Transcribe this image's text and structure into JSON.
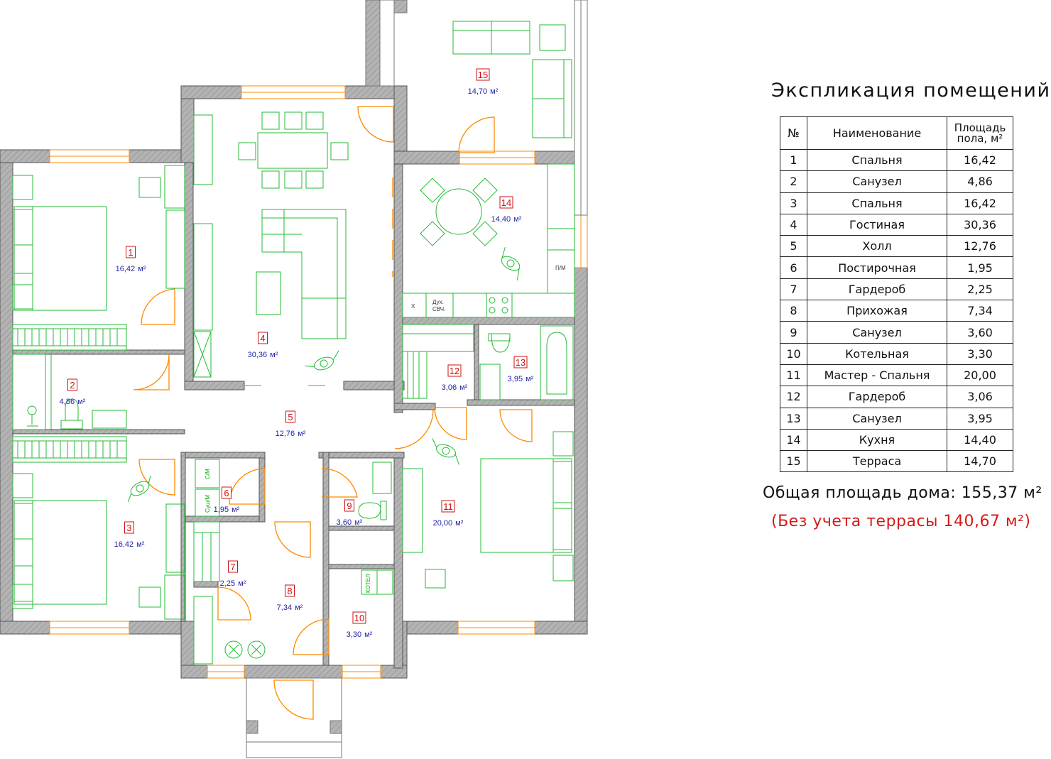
{
  "plan": {
    "unit": "м²",
    "rooms": [
      {
        "num": "1",
        "area": "16,42"
      },
      {
        "num": "2",
        "area": "4,86"
      },
      {
        "num": "3",
        "area": "16,42"
      },
      {
        "num": "4",
        "area": "30,36"
      },
      {
        "num": "5",
        "area": "12,76"
      },
      {
        "num": "6",
        "area": "1,95"
      },
      {
        "num": "7",
        "area": "2,25"
      },
      {
        "num": "8",
        "area": "7,34"
      },
      {
        "num": "9",
        "area": "3,60"
      },
      {
        "num": "10",
        "area": "3,30"
      },
      {
        "num": "11",
        "area": "20,00"
      },
      {
        "num": "12",
        "area": "3,06"
      },
      {
        "num": "13",
        "area": "3,95"
      },
      {
        "num": "14",
        "area": "14,40"
      },
      {
        "num": "15",
        "area": "14,70"
      }
    ],
    "fixture_labels": {
      "oven": "Дух.",
      "microwave": "СВЧ.",
      "fridge": "X",
      "dishwasher": "П/М",
      "washer": "С/М",
      "dryer": "Суш/М",
      "boiler": "КОТЕЛ"
    }
  },
  "legend": {
    "title": "Экспликация помещений",
    "headers": {
      "num": "№",
      "name": "Наименование",
      "area_line1": "Площадь",
      "area_line2": "пола, м²"
    },
    "rows": [
      {
        "num": "1",
        "name": "Спальня",
        "area": "16,42"
      },
      {
        "num": "2",
        "name": "Санузел",
        "area": "4,86"
      },
      {
        "num": "3",
        "name": "Спальня",
        "area": "16,42"
      },
      {
        "num": "4",
        "name": "Гостиная",
        "area": "30,36"
      },
      {
        "num": "5",
        "name": "Холл",
        "area": "12,76"
      },
      {
        "num": "6",
        "name": "Постирочная",
        "area": "1,95"
      },
      {
        "num": "7",
        "name": "Гардероб",
        "area": "2,25"
      },
      {
        "num": "8",
        "name": "Прихожая",
        "area": "7,34"
      },
      {
        "num": "9",
        "name": "Санузел",
        "area": "3,60"
      },
      {
        "num": "10",
        "name": "Котельная",
        "area": "3,30"
      },
      {
        "num": "11",
        "name": "Мастер - Спальня",
        "area": "20,00"
      },
      {
        "num": "12",
        "name": "Гардероб",
        "area": "3,06"
      },
      {
        "num": "13",
        "name": "Санузел",
        "area": "3,95"
      },
      {
        "num": "14",
        "name": "Кухня",
        "area": "14,40"
      },
      {
        "num": "15",
        "name": "Терраса",
        "area": "14,70"
      }
    ],
    "total": "Общая площадь дома: 155,37 м²",
    "without_terrace": "(Без учета террасы 140,67 м²)"
  },
  "colors": {
    "wall": "#9a9a9a",
    "furniture": "#22bb33",
    "door": "#ff8800",
    "room_number": "#d01010",
    "area_text": "#2222aa",
    "subtitle": "#d41a1a"
  }
}
